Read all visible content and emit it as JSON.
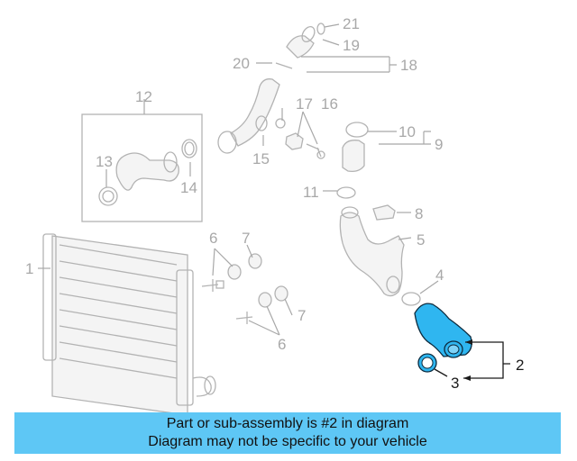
{
  "highlight_color": "#2fb6f0",
  "banner_color": "#5ec7f5",
  "highlighted_part": "2",
  "callouts": {
    "c1": "1",
    "c2": "2",
    "c3": "3",
    "c4": "4",
    "c5": "5",
    "c6a": "6",
    "c6b": "6",
    "c7a": "7",
    "c7b": "7",
    "c8": "8",
    "c9": "9",
    "c10": "10",
    "c11": "11",
    "c12": "12",
    "c13": "13",
    "c14": "14",
    "c15": "15",
    "c16": "16",
    "c17": "17",
    "c18": "18",
    "c19": "19",
    "c20": "20",
    "c21": "21"
  },
  "banner": {
    "line1": "Part or sub-assembly is #2 in diagram",
    "line2": "Diagram may not be specific to your vehicle"
  }
}
